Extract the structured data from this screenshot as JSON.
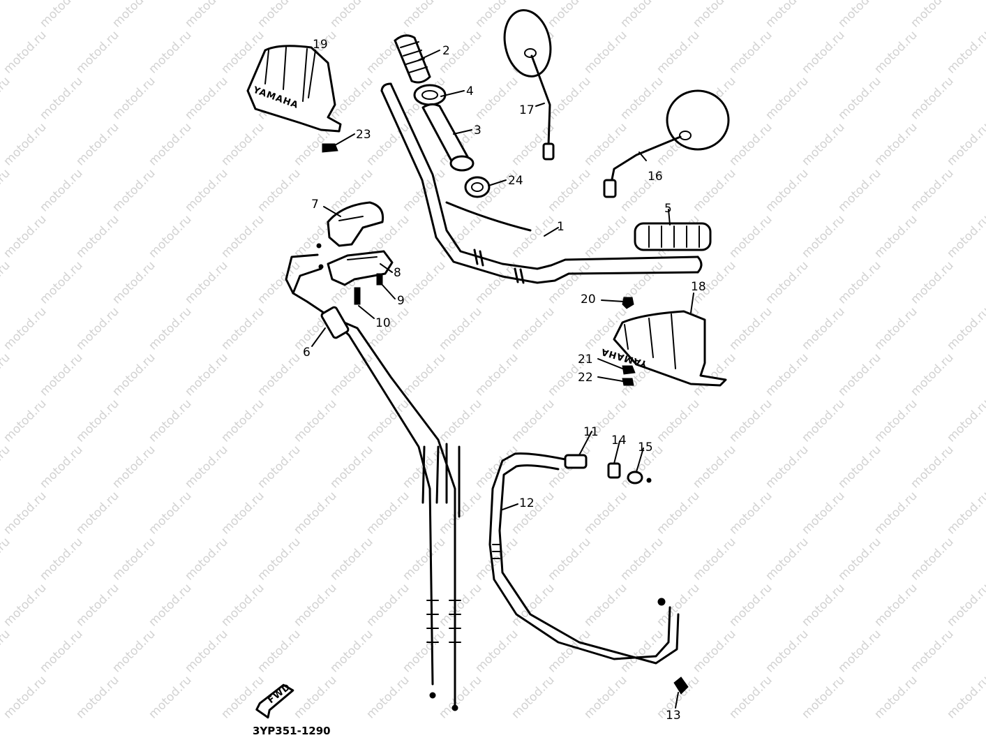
{
  "watermark": {
    "text": "motod.ru",
    "color": "#d2d2d2"
  },
  "diagram_code": "3YP351-1290",
  "front_arrow": "FWD",
  "brand_text": "YAMAHA",
  "parts": {
    "p1": "1",
    "p2": "2",
    "p3": "3",
    "p4": "4",
    "p5": "5",
    "p6": "6",
    "p7": "7",
    "p8": "8",
    "p9": "9",
    "p10": "10",
    "p11": "11",
    "p12": "12",
    "p13": "13",
    "p14": "14",
    "p15": "15",
    "p16": "16",
    "p17": "17",
    "p18": "18",
    "p19": "19",
    "p20": "20",
    "p21": "21",
    "p22": "22",
    "p23": "23",
    "p24": "24"
  }
}
